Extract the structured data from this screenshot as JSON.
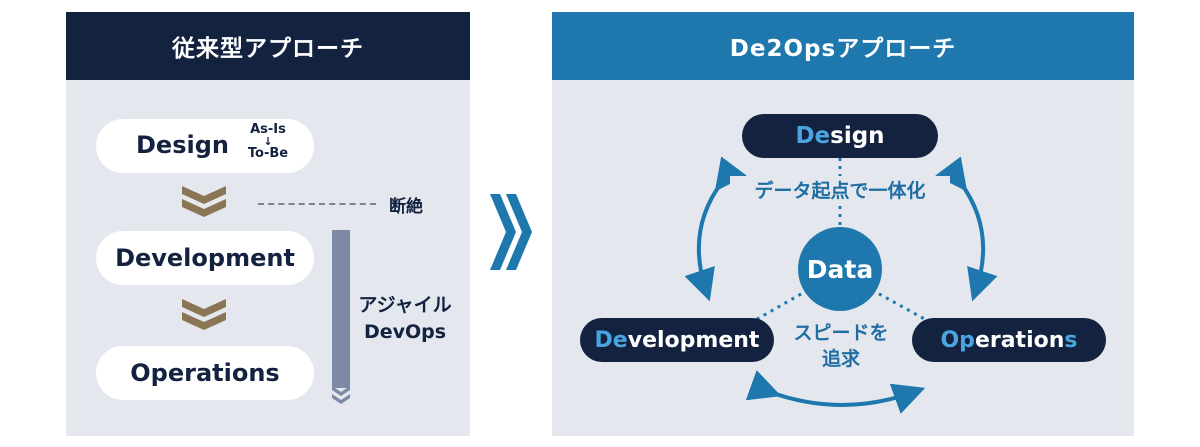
{
  "left_panel": {
    "title": "従来型アプローチ",
    "steps": {
      "design": "Design",
      "development": "Development",
      "operations": "Operations"
    },
    "as_is": "As-Is",
    "to_be": "To-Be",
    "disconnect_label": "断絶",
    "agile_label_line1": "アジャイル",
    "agile_label_line2": "DevOps"
  },
  "right_panel": {
    "title": "De2Opsアプローチ",
    "design": {
      "highlight": "De",
      "rest": "sign"
    },
    "development": {
      "highlight": "De",
      "rest": "velopment"
    },
    "operations": {
      "highlight": "Op",
      "middle": "eration",
      "end": "s"
    },
    "data_label": "Data",
    "unify_label": "データ起点で一体化",
    "speed_line1": "スピードを",
    "speed_line2": "追求"
  },
  "colors": {
    "navy": "#13223f",
    "blue": "#1f78ad",
    "highlight_blue": "#4aa4e0",
    "panel_bg": "#e4e7ee",
    "chevron_gold": "#8a7655",
    "bar_gray": "#7c8aa6"
  }
}
